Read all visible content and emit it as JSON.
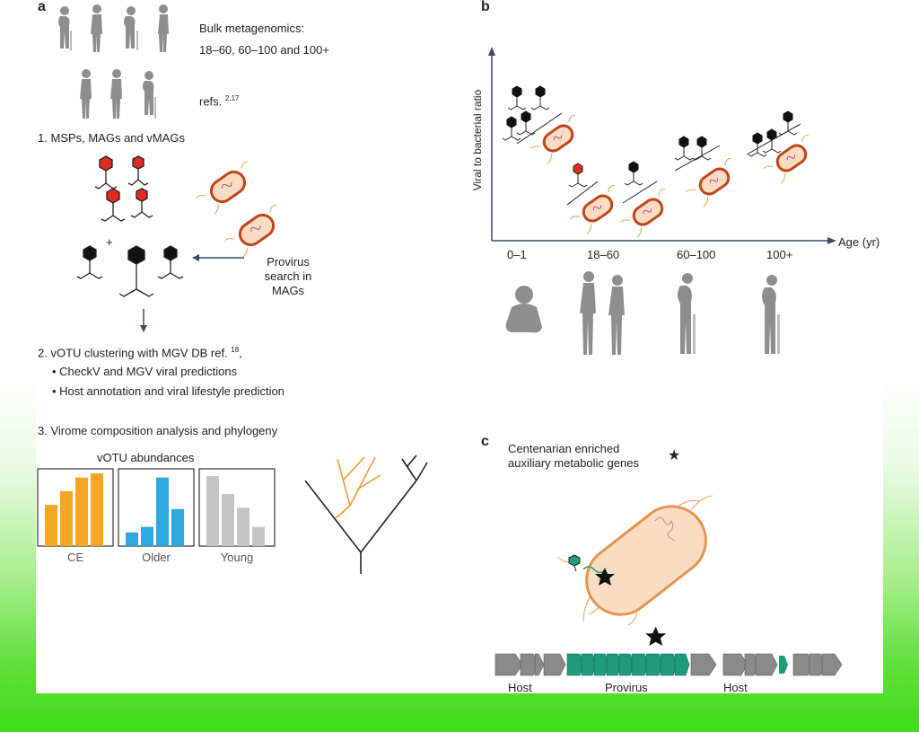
{
  "panel_a": {
    "label": "a",
    "bulk_title": "Bulk metagenomics:",
    "bulk_groups": "18–60, 60–100 and 100+",
    "refs_text": "refs.",
    "refs_sup": "2,17",
    "step1": "1. MSPs, MAGs and vMAGs",
    "plus": "+",
    "provirus_line1": "Provirus",
    "provirus_line2": "search in",
    "provirus_line3": "MAGs",
    "step2_text": "2. vOTU clustering with MGV DB ref.",
    "step2_sup": "18",
    "step2_suffix": ",",
    "bullet1": "• CheckV and MGV viral predictions",
    "bullet2": "• Host annotation and viral lifestyle prediction",
    "step3": "3. Virome composition analysis and phylogeny",
    "abundance_title": "vOTU abundances",
    "colors": {
      "ce": "#f5a623",
      "older": "#2fa8e0",
      "young": "#c4c4c4",
      "red_head": "#e02b20",
      "tree_orange": "#f39a32"
    }
  },
  "chart_data": [
    {
      "type": "bar",
      "title": "vOTU abundances",
      "series": [
        {
          "name": "CE",
          "values": [
            3,
            4,
            5,
            5.3
          ]
        },
        {
          "name": "Older",
          "values": [
            1,
            1.4,
            5,
            2.7
          ]
        },
        {
          "name": "Young",
          "values": [
            5.1,
            3.8,
            2.8,
            1.4
          ]
        }
      ]
    }
  ],
  "panel_b": {
    "label": "b",
    "ylabel": "Viral to bacterial ratio",
    "xlabel": "Age (yr)",
    "categories": [
      "0–1",
      "18–60",
      "60–100",
      "100+"
    ]
  },
  "panel_c": {
    "label": "c",
    "legend_line1": "Centenarian enriched",
    "legend_line2": "auxiliary metabolic genes",
    "star_glyph": "★",
    "genome_labels": [
      "Host",
      "Provirus",
      "Host"
    ],
    "colors": {
      "host_gene": "#8a8a8a",
      "provirus_gene": "#1f9b7a",
      "cell_fill": "#f9dcc2",
      "cell_stroke": "#e8934a"
    }
  }
}
